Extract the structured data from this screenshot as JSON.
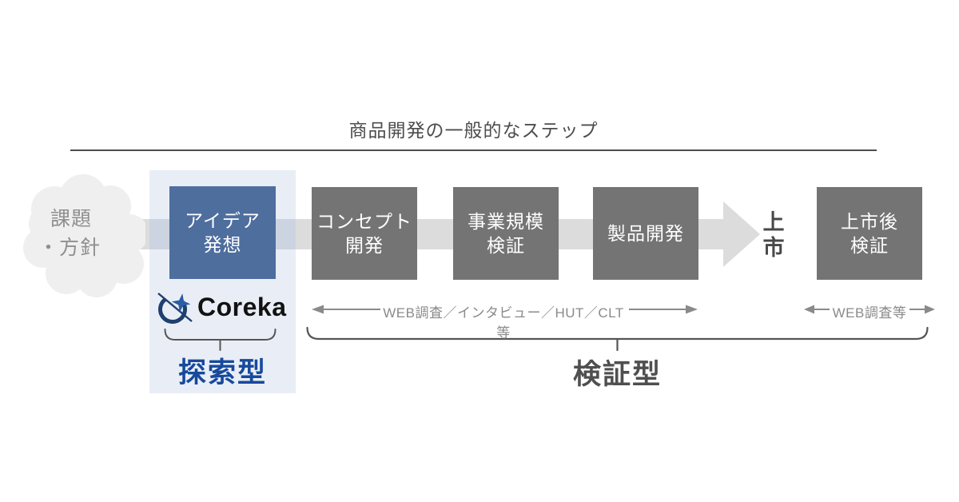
{
  "title": "商品開発の一般的なステップ",
  "cloud": {
    "line1": "課題",
    "line2": "・方針"
  },
  "steps": {
    "idea": {
      "line1": "アイデア",
      "line2": "発想"
    },
    "concept": {
      "line1": "コンセプト",
      "line2": "開発"
    },
    "scale": {
      "line1": "事業規模",
      "line2": "検証"
    },
    "product": {
      "line1": "製品開発",
      "line2": ""
    },
    "post": {
      "line1": "上市後",
      "line2": "検証"
    }
  },
  "launch": {
    "line1": "上",
    "line2": "市"
  },
  "brand": {
    "name": "Coreka"
  },
  "labels": {
    "exploratory": "探索型",
    "verification": "検証型",
    "survey_main": "WEB調査／インタビュー／HUT／CLT等",
    "survey_post": "WEB調査等"
  },
  "colors": {
    "highlight_box": "#4e6e9e",
    "step_box": "#747474",
    "highlight_column_bg": "#e9eef6",
    "process_band": "#dcdcdc",
    "band_over_column": "#ccd3e1",
    "accent_blue": "#17499c",
    "dark_gray_text": "#4f4f4f",
    "cloud_bg": "#efefef",
    "logo_navy": "#1e3f70",
    "logo_star_blue": "#2b5ca6"
  }
}
